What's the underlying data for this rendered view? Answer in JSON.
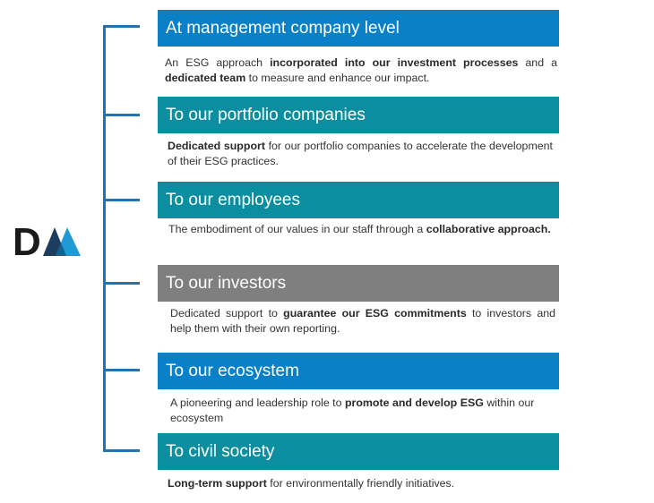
{
  "logo": {
    "letter": "D",
    "icon": "dm-logo-icon",
    "colors": {
      "letter": "#1a1a1a",
      "dark_triangle": "#1c3d5e",
      "light_triangle": "#1f9ad6"
    }
  },
  "colors": {
    "bracket": "#1f73b7",
    "blue": "#0a80c8",
    "teal": "#0b8ea0",
    "gray": "#7f7f7f"
  },
  "levels": [
    {
      "title": "At management company level",
      "color": "#0a80c8",
      "description": [
        {
          "text": "An ESG approach ",
          "bold": false
        },
        {
          "text": "incorporated into our investment processes",
          "bold": true
        },
        {
          "text": " and a ",
          "bold": false
        },
        {
          "text": "dedicated team",
          "bold": true
        },
        {
          "text": " to measure and enhance our impact.",
          "bold": false
        }
      ]
    },
    {
      "title": "To our portfolio companies",
      "color": "#0b8ea0",
      "description": [
        {
          "text": "Dedicated support",
          "bold": true
        },
        {
          "text": " for our portfolio companies to accelerate the development of their ESG practices.",
          "bold": false
        }
      ]
    },
    {
      "title": "To our employees",
      "color": "#0b8ea0",
      "description": [
        {
          "text": "The embodiment of our values in our staff through a ",
          "bold": false
        },
        {
          "text": "collaborative approach.",
          "bold": true
        }
      ]
    },
    {
      "title": "To our investors",
      "color": "#7f7f7f",
      "description": [
        {
          "text": "Dedicated support to ",
          "bold": false
        },
        {
          "text": "guarantee our ESG commitments",
          "bold": true
        },
        {
          "text": " to investors and help them with their own reporting.",
          "bold": false
        }
      ]
    },
    {
      "title": "To our ecosystem",
      "color": "#0a80c8",
      "description": [
        {
          "text": "A pioneering and leadership role to ",
          "bold": false
        },
        {
          "text": "promote and develop ESG",
          "bold": true
        },
        {
          "text": " within our ecosystem",
          "bold": false
        }
      ]
    },
    {
      "title": "To civil society",
      "color": "#0b8ea0",
      "description": [
        {
          "text": "Long-term support",
          "bold": true
        },
        {
          "text": " for environmentally friendly initiatives.",
          "bold": false
        }
      ]
    }
  ]
}
